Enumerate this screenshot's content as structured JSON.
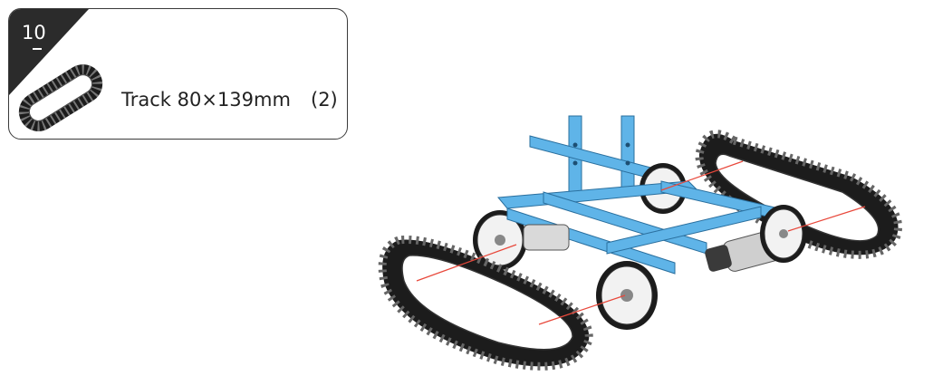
{
  "step": {
    "number": "10",
    "part_name": "Track 80×139mm",
    "quantity": "(2)"
  },
  "colors": {
    "frame": "#5fb4e8",
    "track": "#1c1c1c",
    "wheel": "#f2f2f2",
    "axis_line": "#e8483b"
  }
}
